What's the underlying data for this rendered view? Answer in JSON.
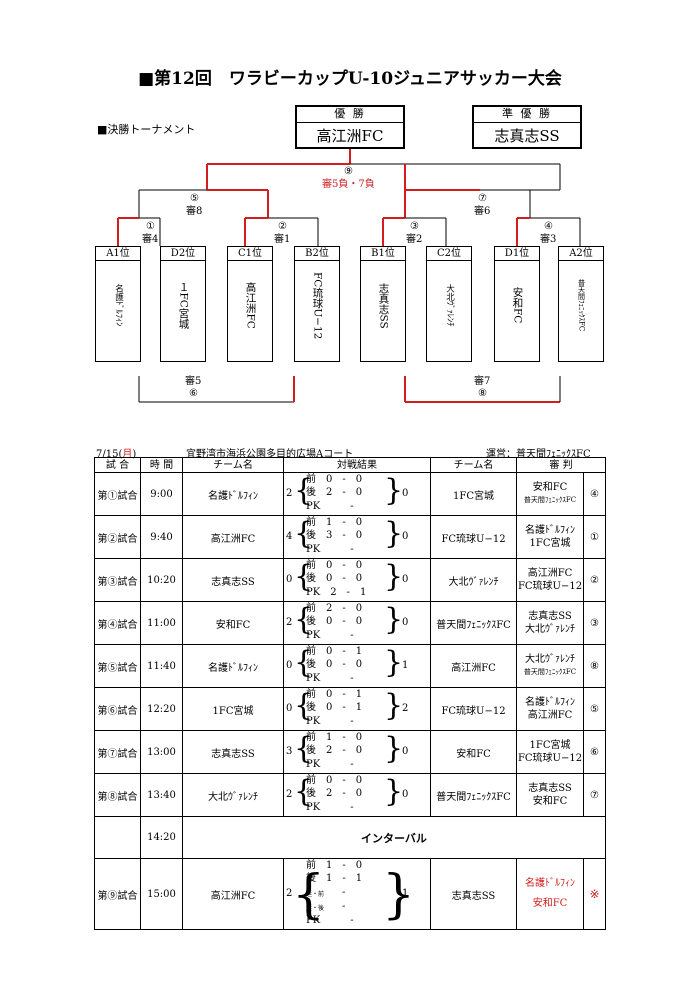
{
  "title": "■第12回　ワラビーカップU-10ジュニアサッカー大会",
  "subtitle": "■決勝トーナメント",
  "champion": {
    "label": "優 勝",
    "value": "高江洲FC"
  },
  "runner_up": {
    "label": "準 優 勝",
    "value": "志真志SS"
  },
  "bracket": {
    "final": {
      "num": "⑨",
      "ref": "審5負・7負"
    },
    "semi_left": {
      "num": "⑤",
      "ref": "審8"
    },
    "semi_right": {
      "num": "⑦",
      "ref": "審6"
    },
    "qf": [
      {
        "num": "①",
        "ref": "審4"
      },
      {
        "num": "②",
        "ref": "審1"
      },
      {
        "num": "③",
        "ref": "審2"
      },
      {
        "num": "④",
        "ref": "審3"
      }
    ],
    "teams": [
      {
        "pos": "A1位",
        "name": "名護ﾄﾞﾙﾌｨﾝ"
      },
      {
        "pos": "D2位",
        "name": "１FC宮城"
      },
      {
        "pos": "C1位",
        "name": "高江洲FC"
      },
      {
        "pos": "B2位",
        "name": "FC琉球U−12"
      },
      {
        "pos": "B1位",
        "name": "志真志SS"
      },
      {
        "pos": "C2位",
        "name": "大北ｳﾞｧﾚﾝﾁ"
      },
      {
        "pos": "D1位",
        "name": "安和FC"
      },
      {
        "pos": "A2位",
        "name": "普天間ﾌｪﾆｯｸｽFC"
      }
    ],
    "third_left": {
      "ref": "審5",
      "num": "⑥"
    },
    "third_right": {
      "ref": "審7",
      "num": "⑧"
    }
  },
  "info": {
    "date": "7/15(",
    "day": "月",
    "date_close": ")",
    "venue": "宜野湾市海浜公園多目的広場Aコート",
    "operator": "運営：普天間ﾌｪﾆｯｸｽFC"
  },
  "headers": {
    "game": "試 合",
    "time": "時 間",
    "team1": "チーム名",
    "result": "対戦結果",
    "team2": "チーム名",
    "referee": "審 判"
  },
  "matches": [
    {
      "game": "第①試合",
      "time": "9:00",
      "team1": "名護ﾄﾞﾙﾌｨﾝ",
      "score1": "2",
      "first": "前　0　-　0",
      "second": "後　2　-　0",
      "pk": "PK　　　-",
      "score2": "0",
      "team2": "1FC宮城",
      "ref1": "安和FC",
      "ref2": "普天間ﾌｪﾆｯｸｽFC",
      "refnum": "④"
    },
    {
      "game": "第②試合",
      "time": "9:40",
      "team1": "高江洲FC",
      "score1": "4",
      "first": "前　1　-　0",
      "second": "後　3　-　0",
      "pk": "PK　　　-",
      "score2": "0",
      "team2": "FC琉球U−12",
      "ref1": "名護ﾄﾞﾙﾌｨﾝ",
      "ref2": "1FC宮城",
      "refnum": "①"
    },
    {
      "game": "第③試合",
      "time": "10:20",
      "team1": "志真志SS",
      "score1": "0",
      "first": "前　0　-　0",
      "second": "後　0　-　0",
      "pk": "PK　2　-　1",
      "score2": "0",
      "team2": "大北ｳﾞｧﾚﾝﾁ",
      "ref1": "高江洲FC",
      "ref2": "FC琉球U−12",
      "refnum": "②"
    },
    {
      "game": "第④試合",
      "time": "11:00",
      "team1": "安和FC",
      "score1": "2",
      "first": "前　2　-　0",
      "second": "後　0　-　0",
      "pk": "PK　　　-",
      "score2": "0",
      "team2": "普天間ﾌｪﾆｯｸｽFC",
      "ref1": "志真志SS",
      "ref2": "大北ｳﾞｧﾚﾝﾁ",
      "refnum": "③"
    },
    {
      "game": "第⑤試合",
      "time": "11:40",
      "team1": "名護ﾄﾞﾙﾌｨﾝ",
      "score1": "0",
      "first": "前　0　-　1",
      "second": "後　0　-　0",
      "pk": "PK　　　-",
      "score2": "1",
      "team2": "高江洲FC",
      "ref1": "大北ｳﾞｧﾚﾝﾁ",
      "ref2": "普天間ﾌｪﾆｯｸｽFC",
      "refnum": "⑧"
    },
    {
      "game": "第⑥試合",
      "time": "12:20",
      "team1": "1FC宮城",
      "score1": "0",
      "first": "前　0　-　1",
      "second": "後　0　-　1",
      "pk": "PK　　　-",
      "score2": "2",
      "team2": "FC琉球U−12",
      "ref1": "名護ﾄﾞﾙﾌｨﾝ",
      "ref2": "高江洲FC",
      "refnum": "⑤"
    },
    {
      "game": "第⑦試合",
      "time": "13:00",
      "team1": "志真志SS",
      "score1": "3",
      "first": "前　1　-　0",
      "second": "後　2　-　0",
      "pk": "PK　　　-",
      "score2": "0",
      "team2": "安和FC",
      "ref1": "1FC宮城",
      "ref2": "FC琉球U−12",
      "refnum": "⑥"
    },
    {
      "game": "第⑧試合",
      "time": "13:40",
      "team1": "大北ｳﾞｧﾚﾝﾁ",
      "score1": "2",
      "first": "前　0　-　0",
      "second": "後　2　-　0",
      "pk": "PK　　　-",
      "score2": "0",
      "team2": "普天間ﾌｪﾆｯｸｽFC",
      "ref1": "志真志SS",
      "ref2": "安和FC",
      "refnum": "⑦"
    }
  ],
  "interval": {
    "time": "14:20",
    "label": "インターバル"
  },
  "final_match": {
    "game": "第⑨試合",
    "time": "15:00",
    "team1": "高江洲FC",
    "score1": "2",
    "first": "前　1　-　0",
    "second": "後　1　-　1",
    "ex1": "延・前",
    "ex2": "延・後",
    "dash": "-",
    "pk": "PK　　　-",
    "score2": "1",
    "team2": "志真志SS",
    "ref1": "名護ﾄﾞﾙﾌｨﾝ",
    "ref2": "安和FC",
    "refnum": "※"
  },
  "colors": {
    "accent": "#d21e1e"
  }
}
